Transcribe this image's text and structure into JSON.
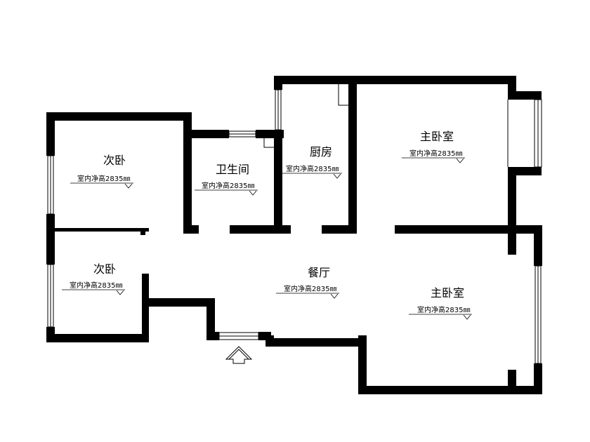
{
  "rooms": [
    {
      "id": "bedroom-2-top",
      "name": "次卧",
      "note": "室内净高2835㎜"
    },
    {
      "id": "bathroom",
      "name": "卫生间",
      "note": "室内净高2835㎜"
    },
    {
      "id": "kitchen",
      "name": "厨房",
      "note": "室内净高2835㎜"
    },
    {
      "id": "master-top",
      "name": "主卧室",
      "note": "室内净高2835㎜"
    },
    {
      "id": "bedroom-2-bottom",
      "name": "次卧",
      "note": "室内净高2835㎜"
    },
    {
      "id": "dining",
      "name": "餐厅",
      "note": "室内净高2835㎜"
    },
    {
      "id": "master-bottom",
      "name": "主卧室",
      "note": "室内净高2835㎜"
    }
  ],
  "colors": {
    "wall": "#000000",
    "background": "#ffffff"
  }
}
